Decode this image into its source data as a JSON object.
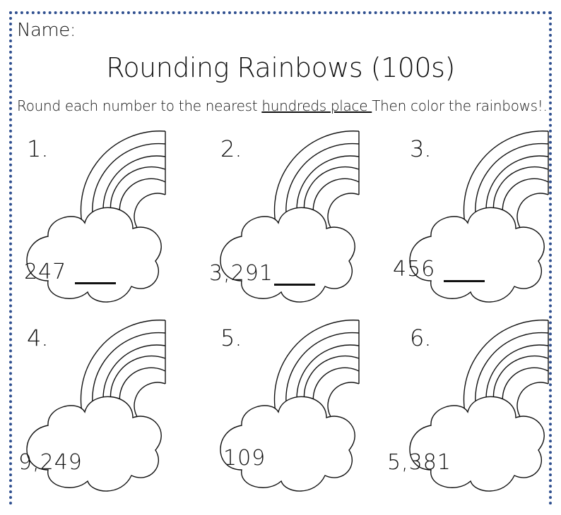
{
  "worksheet": {
    "name_label": "Name:",
    "title": "Rounding Rainbows (100s)",
    "instructions_before": "Round each number to the nearest ",
    "instructions_underlined": "hundreds place ",
    "instructions_after": "Then color the rainbows!."
  },
  "problems": [
    {
      "number": "1.",
      "value": "247"
    },
    {
      "number": "2.",
      "value": "3,291"
    },
    {
      "number": "3.",
      "value": "456"
    },
    {
      "number": "4.",
      "value": "9,249"
    },
    {
      "number": "5.",
      "value": "109"
    },
    {
      "number": "6.",
      "value": "5,381"
    }
  ],
  "colors": {
    "border": "#2f4f8f",
    "ink": "#111111"
  }
}
